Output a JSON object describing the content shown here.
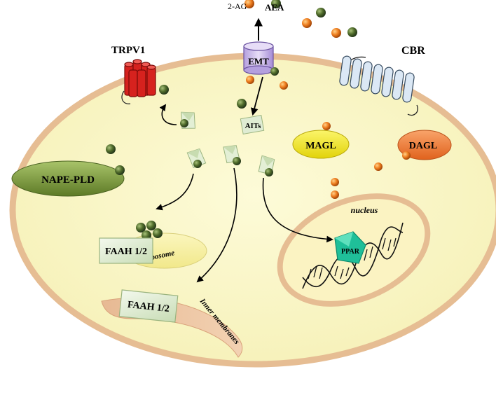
{
  "labels": {
    "ag2": "2-AG",
    "aea": "AEA",
    "trpv1": "TRPV1",
    "cbr": "CBR",
    "emt": "EMT",
    "aits": "AITs",
    "magl": "MAGL",
    "dagl": "DAGL",
    "nape_pld": "NAPE-PLD",
    "faah_top": "FAAH 1/2",
    "adiposome": "adiposome",
    "faah_bottom": "FAAH 1/2",
    "inner_membranes": "Inner membranes",
    "nucleus": "nucleus",
    "ppar": "PPAR"
  },
  "colors": {
    "cell_fill": "#fbf8c8",
    "cell_border": "#e9bf96",
    "aea_molecule": "#4f6b2a",
    "ag_molecule": "#e8761a",
    "trpv1": "#d6221e",
    "cbr": "#dbe8f5",
    "emt": "#c9b8e8",
    "magl": "#f3ea2a",
    "dagl": "#f07d35",
    "nape_pld": "#7f9a3d",
    "faah": "#dfecd3",
    "ppar": "#1fbf99"
  }
}
